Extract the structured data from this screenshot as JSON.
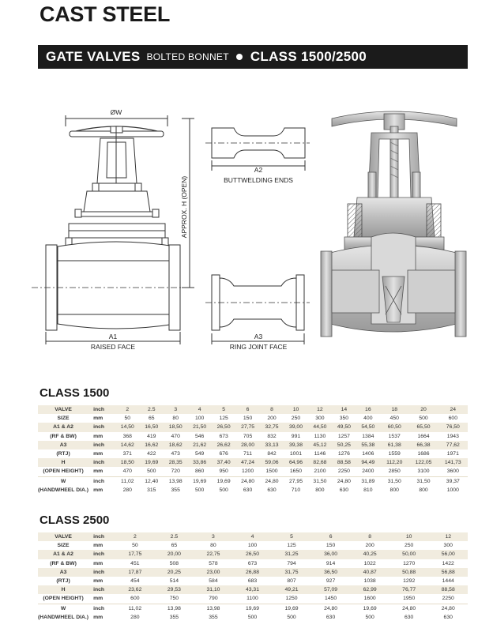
{
  "header": {
    "title": "CAST STEEL",
    "bar_main": "GATE VALVES",
    "bar_sub": "BOLTED BONNET",
    "bar_class": "CLASS 1500/2500"
  },
  "drawing": {
    "dim_w": "ØW",
    "dim_h": "APPROX. H (OPEN)",
    "dim_a1": "A1",
    "raised_face": "RAISED FACE",
    "dim_a2": "A2",
    "buttwelding": "BUTTWELDING ENDS",
    "dim_a3": "A3",
    "ring_joint": "RING JOINT FACE"
  },
  "class1500": {
    "title": "CLASS 1500",
    "rows": [
      {
        "name": "VALVE",
        "unit": "inch",
        "values": [
          "2",
          "2.5",
          "3",
          "4",
          "5",
          "6",
          "8",
          "10",
          "12",
          "14",
          "16",
          "18",
          "20",
          "24"
        ],
        "style": "shade"
      },
      {
        "name": "SIZE",
        "unit": "mm",
        "values": [
          "50",
          "65",
          "80",
          "100",
          "125",
          "150",
          "200",
          "250",
          "300",
          "350",
          "400",
          "450",
          "500",
          "600"
        ],
        "style": ""
      },
      {
        "name": "A1 & A2",
        "unit": "inch",
        "values": [
          "14,50",
          "16,50",
          "18,50",
          "21,50",
          "26,50",
          "27,75",
          "32,75",
          "39,00",
          "44,50",
          "49,50",
          "54,50",
          "60,50",
          "65,50",
          "76,50"
        ],
        "style": "shade"
      },
      {
        "name": "(RF & BW)",
        "unit": "mm",
        "values": [
          "368",
          "419",
          "470",
          "546",
          "673",
          "705",
          "832",
          "991",
          "1130",
          "1257",
          "1384",
          "1537",
          "1664",
          "1943"
        ],
        "style": ""
      },
      {
        "name": "A3",
        "unit": "inch",
        "values": [
          "14,62",
          "16,62",
          "18,62",
          "21,62",
          "26,62",
          "28,00",
          "33,13",
          "39,38",
          "45,12",
          "50,25",
          "55,38",
          "61,38",
          "66,38",
          "77,62"
        ],
        "style": "shade"
      },
      {
        "name": "(RTJ)",
        "unit": "mm",
        "values": [
          "371",
          "422",
          "473",
          "549",
          "676",
          "711",
          "842",
          "1001",
          "1146",
          "1276",
          "1406",
          "1559",
          "1686",
          "1971"
        ],
        "style": ""
      },
      {
        "name": "H",
        "unit": "inch",
        "values": [
          "18,50",
          "19,69",
          "28,35",
          "33,86",
          "37,40",
          "47,24",
          "59,06",
          "64,96",
          "82,68",
          "88,58",
          "94,49",
          "112,20",
          "122,05",
          "141,73"
        ],
        "style": "shade"
      },
      {
        "name": "(OPEN HEIGHT)",
        "unit": "mm",
        "values": [
          "470",
          "500",
          "720",
          "860",
          "950",
          "1200",
          "1500",
          "1650",
          "2100",
          "2250",
          "2400",
          "2850",
          "3100",
          "3600"
        ],
        "style": ""
      },
      {
        "name": "W",
        "unit": "inch",
        "values": [
          "11,02",
          "12,40",
          "13,98",
          "19,69",
          "19,69",
          "24,80",
          "24,80",
          "27,95",
          "31,50",
          "24,80",
          "31,89",
          "31,50",
          "31,50",
          "39,37"
        ],
        "style": "line"
      },
      {
        "name": "(HANDWHEEL DIA.)",
        "unit": "mm",
        "values": [
          "280",
          "315",
          "355",
          "500",
          "500",
          "630",
          "630",
          "710",
          "800",
          "630",
          "810",
          "800",
          "800",
          "1000"
        ],
        "style": ""
      }
    ]
  },
  "class2500": {
    "title": "CLASS 2500",
    "rows": [
      {
        "name": "VALVE",
        "unit": "inch",
        "values": [
          "2",
          "2.5",
          "3",
          "4",
          "5",
          "6",
          "8",
          "10",
          "12"
        ],
        "style": "shade"
      },
      {
        "name": "SIZE",
        "unit": "mm",
        "values": [
          "50",
          "65",
          "80",
          "100",
          "125",
          "150",
          "200",
          "250",
          "300"
        ],
        "style": ""
      },
      {
        "name": "A1 & A2",
        "unit": "inch",
        "values": [
          "17,75",
          "20,00",
          "22,75",
          "26,50",
          "31,25",
          "36,00",
          "40,25",
          "50,00",
          "56,00"
        ],
        "style": "shade"
      },
      {
        "name": "(RF & BW)",
        "unit": "mm",
        "values": [
          "451",
          "508",
          "578",
          "673",
          "794",
          "914",
          "1022",
          "1270",
          "1422"
        ],
        "style": ""
      },
      {
        "name": "A3",
        "unit": "inch",
        "values": [
          "17,87",
          "20,25",
          "23,00",
          "26,88",
          "31,75",
          "36,50",
          "40,87",
          "50,88",
          "56,88"
        ],
        "style": "shade"
      },
      {
        "name": "(RTJ)",
        "unit": "mm",
        "values": [
          "454",
          "514",
          "584",
          "683",
          "807",
          "927",
          "1038",
          "1292",
          "1444"
        ],
        "style": ""
      },
      {
        "name": "H",
        "unit": "inch",
        "values": [
          "23,62",
          "29,53",
          "31,10",
          "43,31",
          "49,21",
          "57,09",
          "62,99",
          "76,77",
          "88,58"
        ],
        "style": "shade"
      },
      {
        "name": "(OPEN HEIGHT)",
        "unit": "mm",
        "values": [
          "600",
          "750",
          "790",
          "1100",
          "1250",
          "1450",
          "1600",
          "1950",
          "2250"
        ],
        "style": ""
      },
      {
        "name": "W",
        "unit": "inch",
        "values": [
          "11,02",
          "13,98",
          "13,98",
          "19,69",
          "19,69",
          "24,80",
          "19,69",
          "24,80",
          "24,80"
        ],
        "style": "line"
      },
      {
        "name": "(HANDWHEEL DIA.)",
        "unit": "mm",
        "values": [
          "280",
          "355",
          "355",
          "500",
          "500",
          "630",
          "500",
          "630",
          "630"
        ],
        "style": ""
      }
    ]
  }
}
